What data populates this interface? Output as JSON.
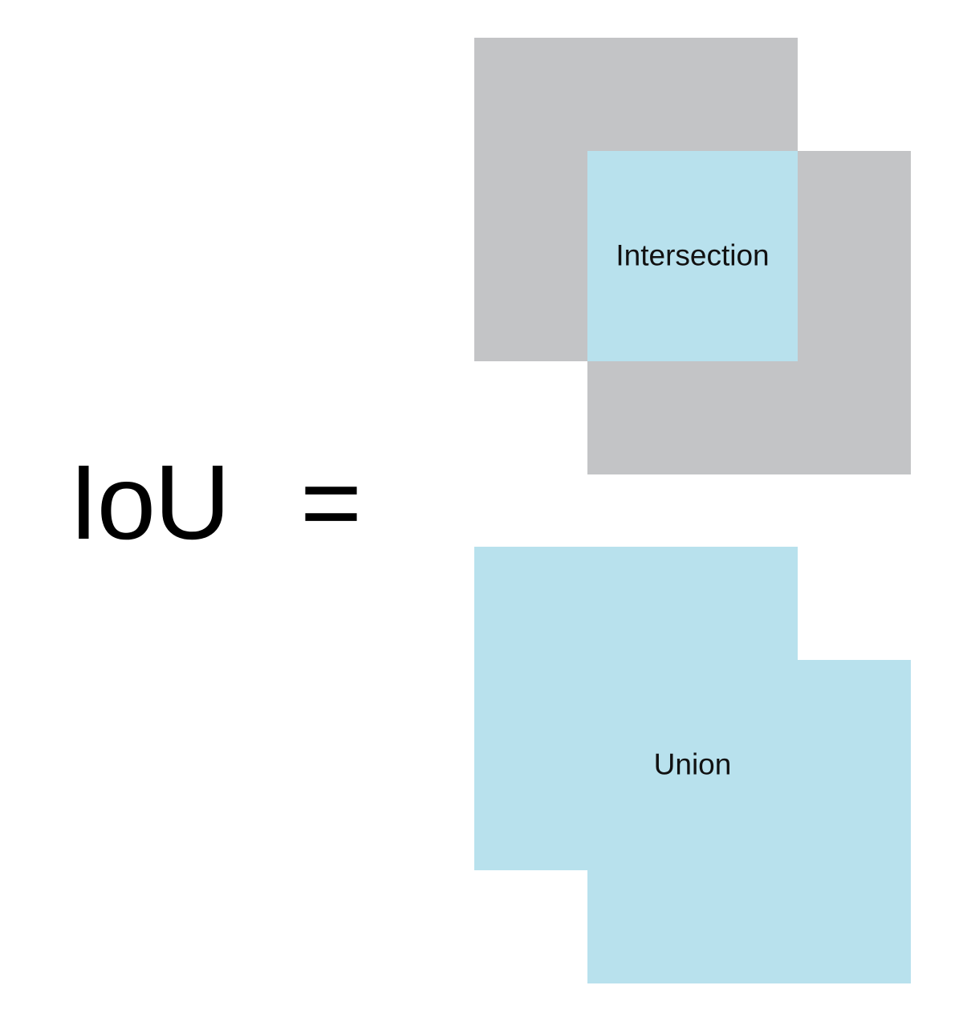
{
  "formula": {
    "lhs": "IoU",
    "operator": "="
  },
  "numerator": {
    "label": "Intersection"
  },
  "denominator": {
    "label": "Union"
  },
  "colors": {
    "box_gray": "#c3c4c6",
    "highlight_blue": "#b8e1ed",
    "text": "#000000",
    "background": "#ffffff"
  }
}
